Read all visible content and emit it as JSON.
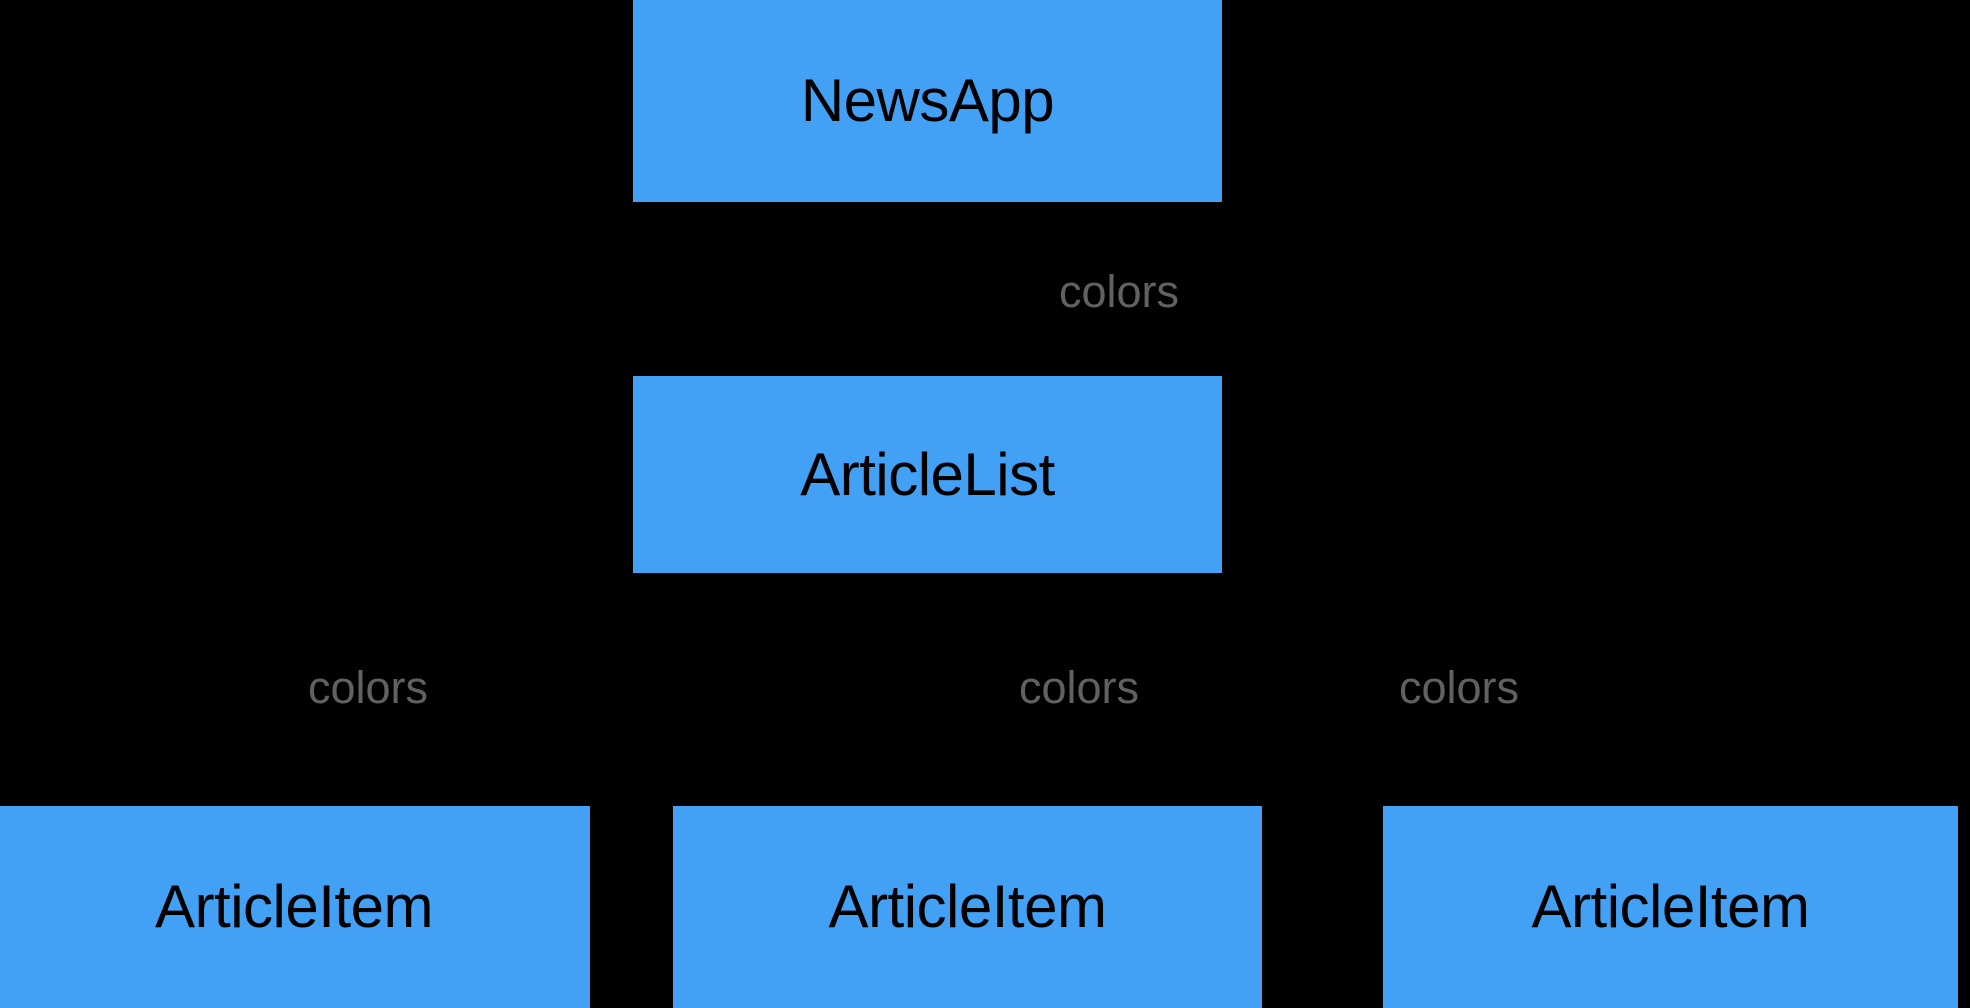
{
  "diagram": {
    "type": "component-hierarchy-tree",
    "background_color": "#000000",
    "node_fill_color": "#42a0f5",
    "node_text_color": "#000000",
    "edge_label_color": "#616161",
    "nodes": [
      {
        "id": "newsapp",
        "label": "NewsApp",
        "level": 0
      },
      {
        "id": "articlelist",
        "label": "ArticleList",
        "level": 1
      },
      {
        "id": "item0",
        "label": "ArticleItem",
        "level": 2
      },
      {
        "id": "item1",
        "label": "ArticleItem",
        "level": 2
      },
      {
        "id": "item2",
        "label": "ArticleItem",
        "level": 2
      }
    ],
    "edges": [
      {
        "from": "newsapp",
        "to": "articlelist",
        "label": "colors"
      },
      {
        "from": "articlelist",
        "to": "item0",
        "label": "colors"
      },
      {
        "from": "articlelist",
        "to": "item1",
        "label": "colors"
      },
      {
        "from": "articlelist",
        "to": "item2",
        "label": "colors"
      }
    ]
  }
}
